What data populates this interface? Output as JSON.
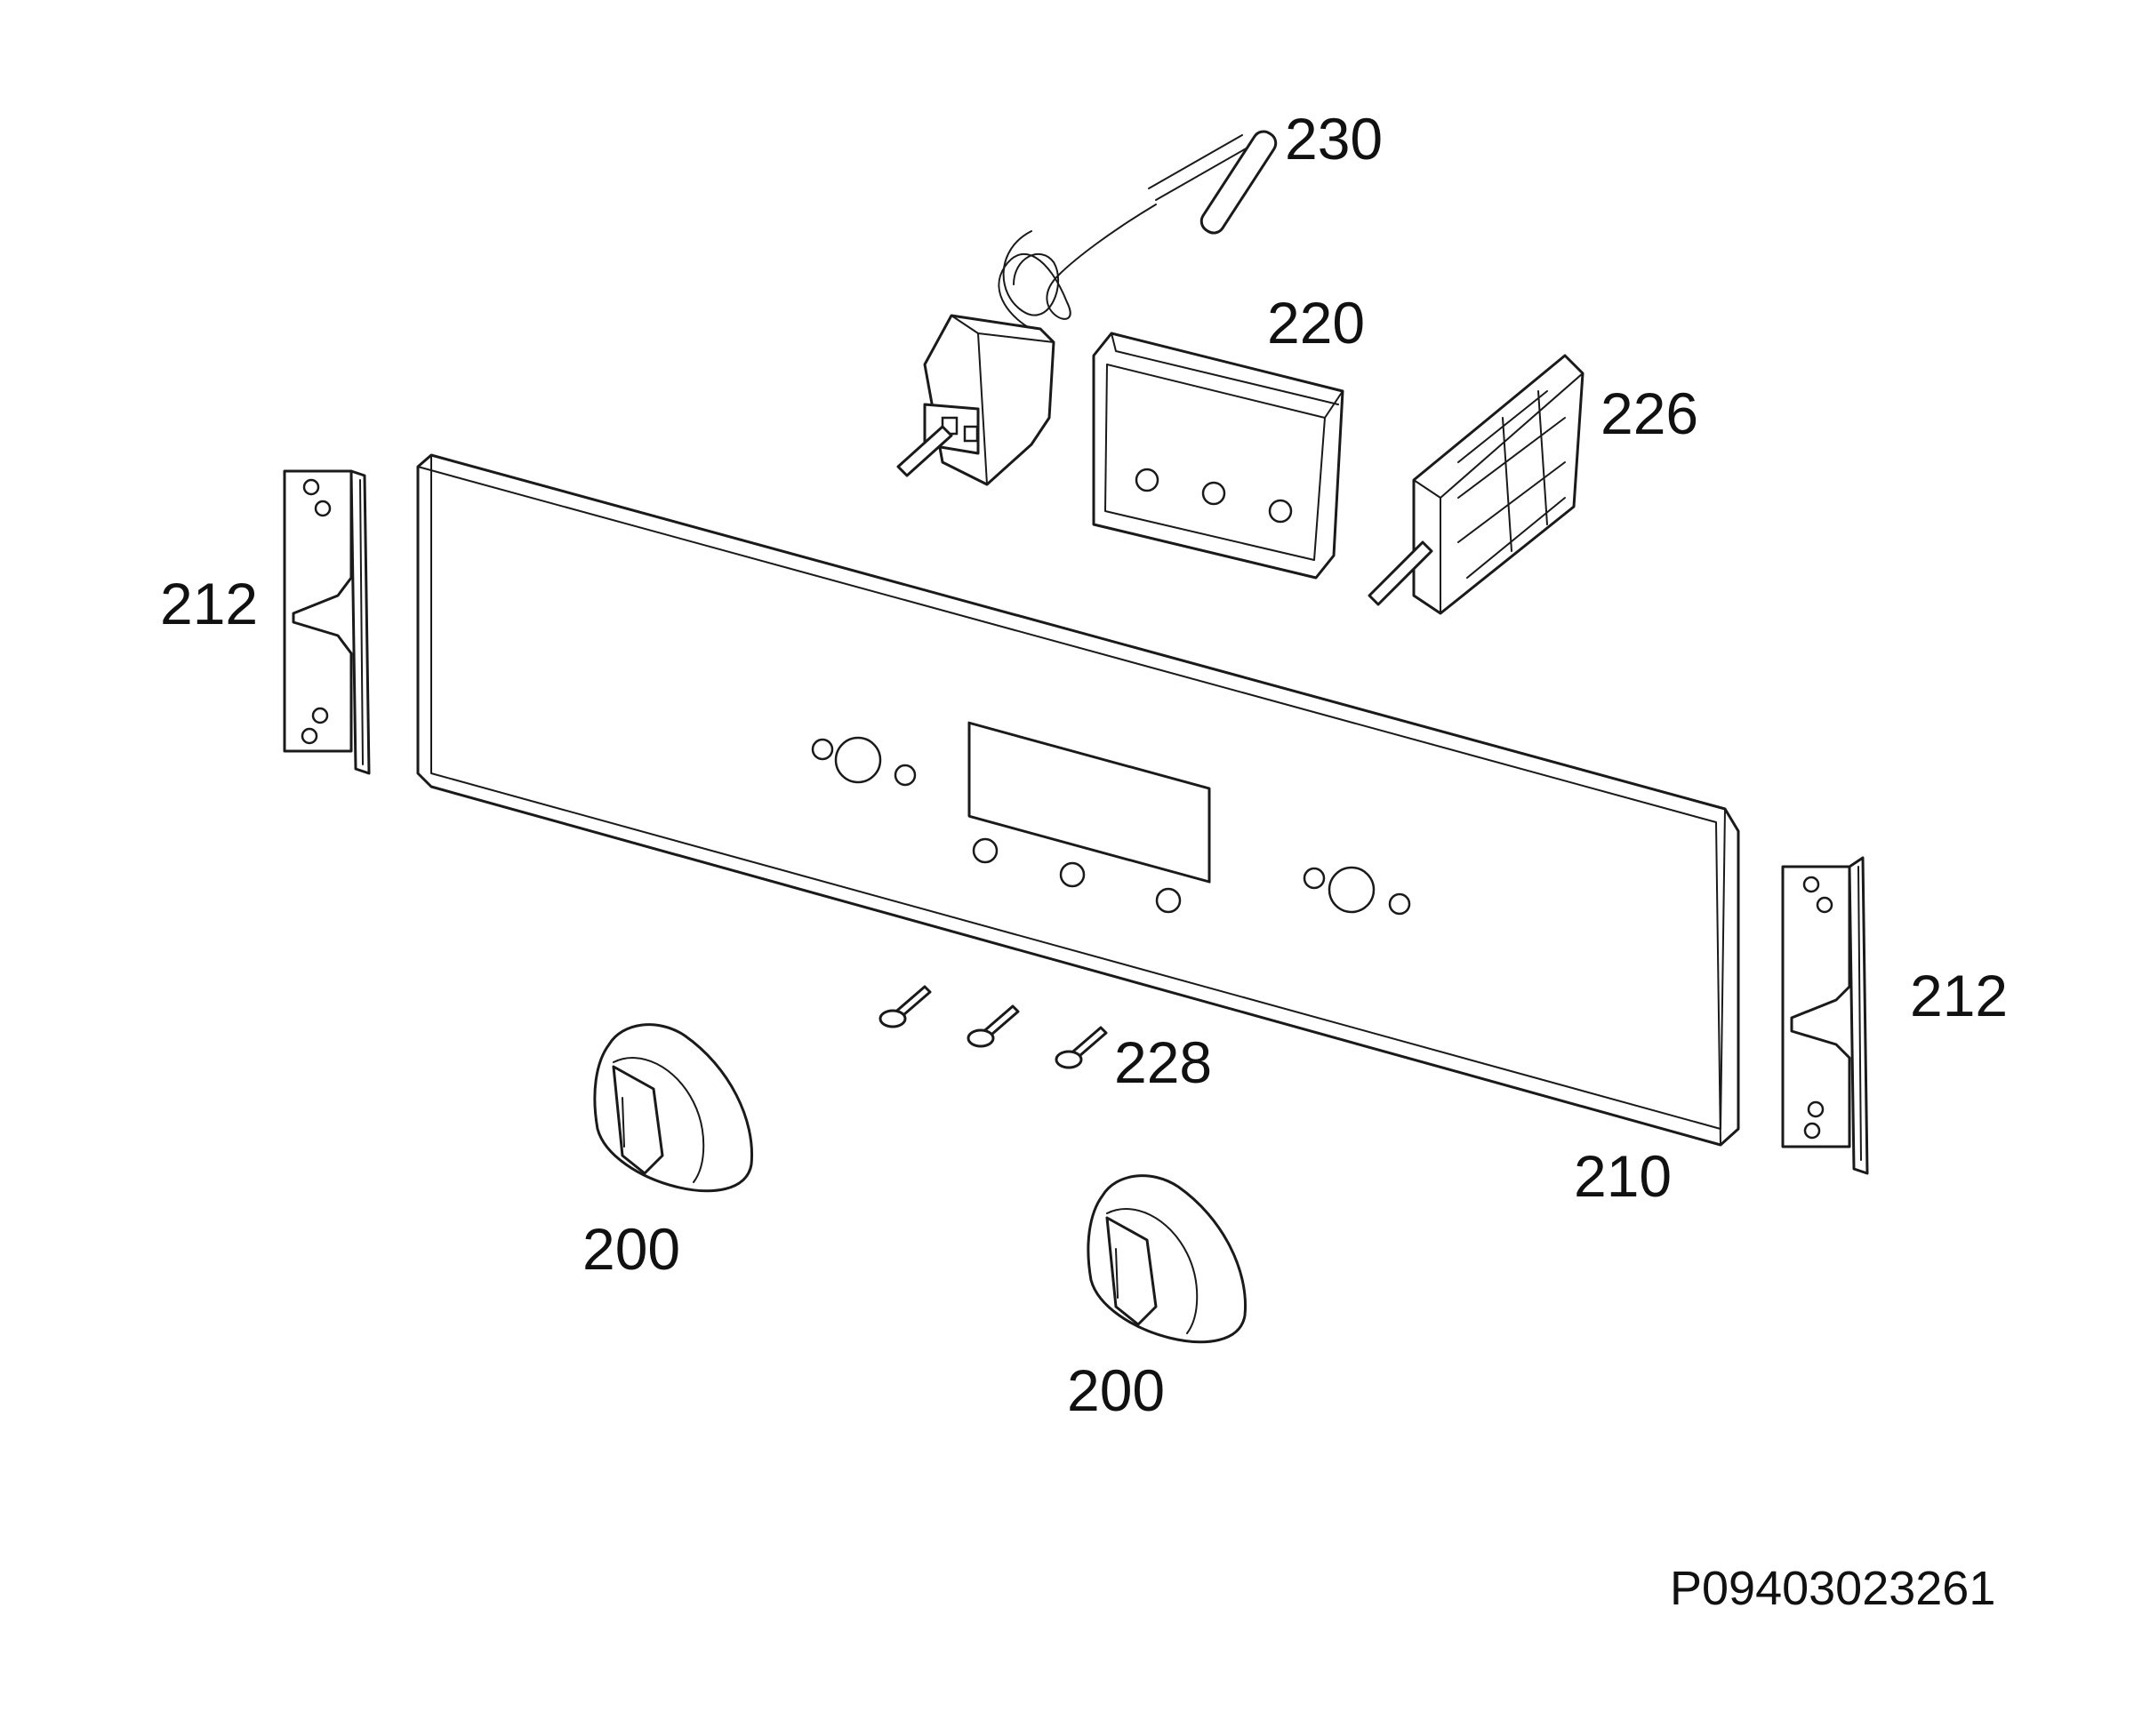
{
  "diagram": {
    "labels": {
      "thermostat": "230",
      "display_housing": "220",
      "switch_block": "226",
      "bracket_left": "212",
      "bracket_right": "212",
      "screws": "228",
      "panel": "210",
      "knob_left": "200",
      "knob_center": "200"
    },
    "reference_code": "P09403023261",
    "colors": {
      "line": "#1a1a1a",
      "background": "#ffffff"
    }
  }
}
